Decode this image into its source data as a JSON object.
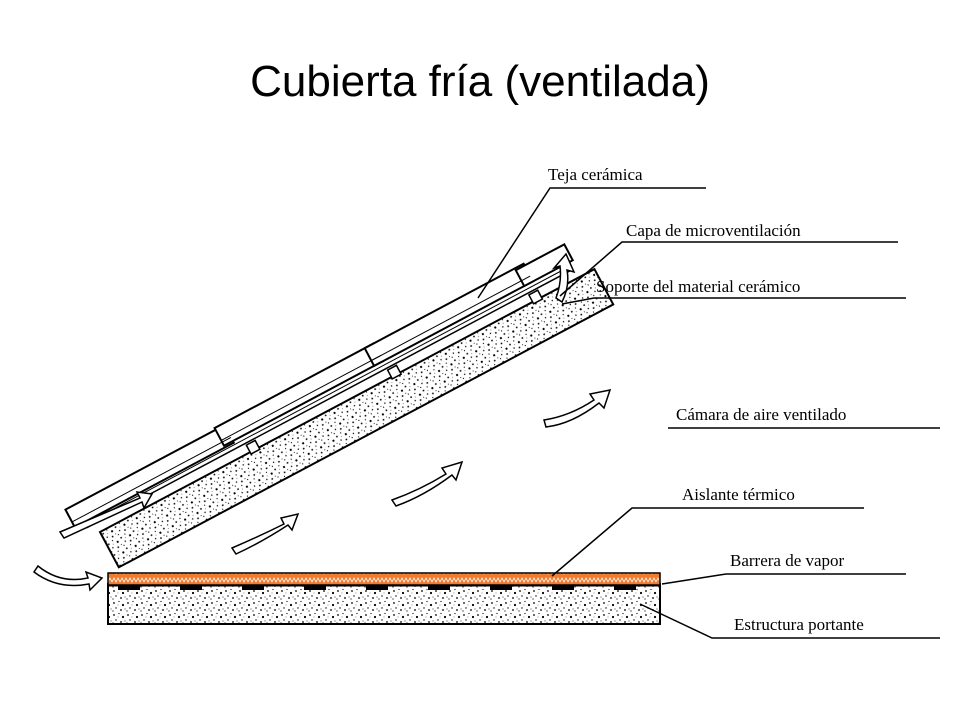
{
  "slide": {
    "title": "Cubierta fría (ventilada)"
  },
  "labels": {
    "teja": "Teja cerámica",
    "microventilacion": "Capa de microventilación",
    "soporte": "Soporte del material cerámico",
    "camara": "Cámara de aire ventilado",
    "aislante": "Aislante térmico",
    "barrera": "Barrera de vapor",
    "estructura": "Estructura portante"
  },
  "colors": {
    "insulation": "#f07a2e",
    "line": "#000000",
    "concrete_fill": "#ffffff"
  }
}
